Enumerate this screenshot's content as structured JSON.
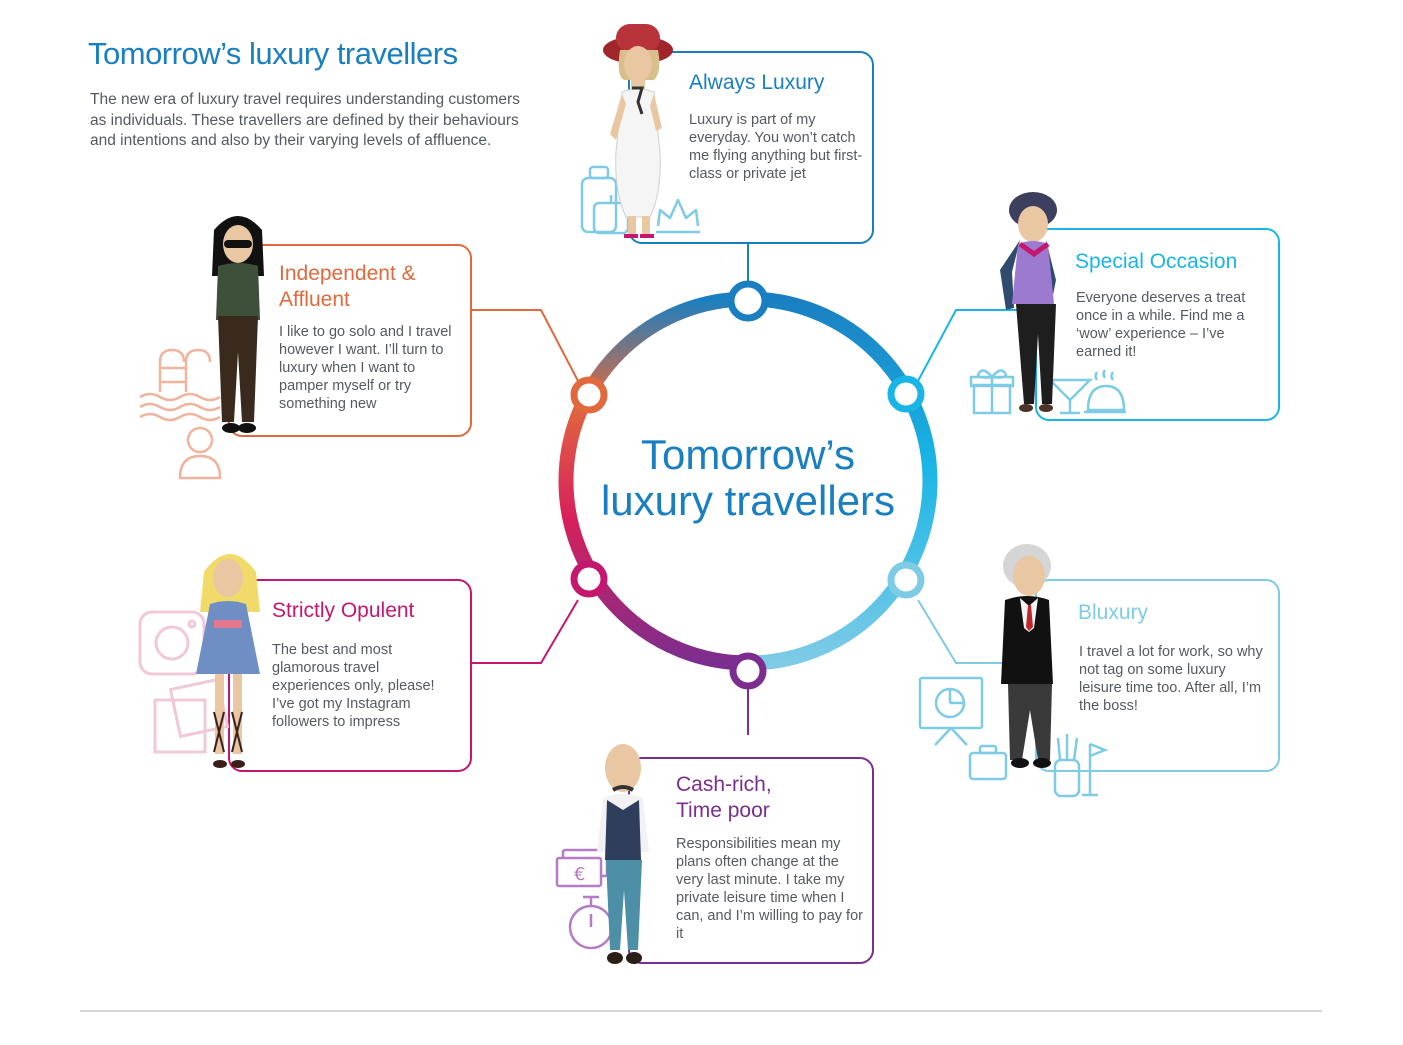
{
  "header": {
    "title": "Tomorrow’s luxury travellers",
    "intro": "The new era of luxury travel requires understanding customers as individuals. These travellers are defined by their behaviours and intentions and also by their varying levels of affluence."
  },
  "center": {
    "line1": "Tomorrow’s",
    "line2": "luxury travellers"
  },
  "segments": {
    "always_luxury": {
      "title": "Always Luxury",
      "text": "Luxury is part of my everyday. You won’t catch me flying anything but first-class or private jet",
      "color": "#1a7fc1",
      "icons": [
        "luggage-icon",
        "crown-icon"
      ]
    },
    "special_occasion": {
      "title": "Special Occasion",
      "text": "Everyone deserves a treat once in a while. Find me a ‘wow’ experience – I’ve earned it!",
      "color": "#19b5e6",
      "icons": [
        "gift-icon",
        "cocktail-icon",
        "cloche-icon"
      ]
    },
    "bluxury": {
      "title": "Bluxury",
      "text": "I travel a lot for work, so why not tag on some luxury leisure time too. After all, I’m the boss!",
      "color": "#7ecbe6",
      "icons": [
        "presentation-icon",
        "briefcase-icon",
        "golf-bag-icon",
        "golf-flag-icon"
      ]
    },
    "cash_rich": {
      "title_line1": "Cash-rich,",
      "title_line2": "Time poor",
      "text": "Responsibilities mean my plans often change at the very last minute. I take my private leisure time when I can, and I’m willing to pay for it",
      "color": "#7b2e8f",
      "icons": [
        "euro-notes-icon",
        "stopwatch-icon"
      ]
    },
    "strictly_opulent": {
      "title": "Strictly Opulent",
      "text": "The best and most glamorous travel experiences only, please! I’ve got my Instagram followers to impress",
      "color": "#c4176e",
      "icons": [
        "camera-icon",
        "photos-icon"
      ]
    },
    "independent": {
      "title_line1": "Independent &",
      "title_line2": "Affluent",
      "text": "I like to go solo and I travel however I want. I’ll turn to luxury when I want to pamper myself or try something new",
      "color": "#e06a3e",
      "icons": [
        "pool-ladder-icon",
        "waves-icon",
        "sunbather-icon"
      ]
    }
  }
}
